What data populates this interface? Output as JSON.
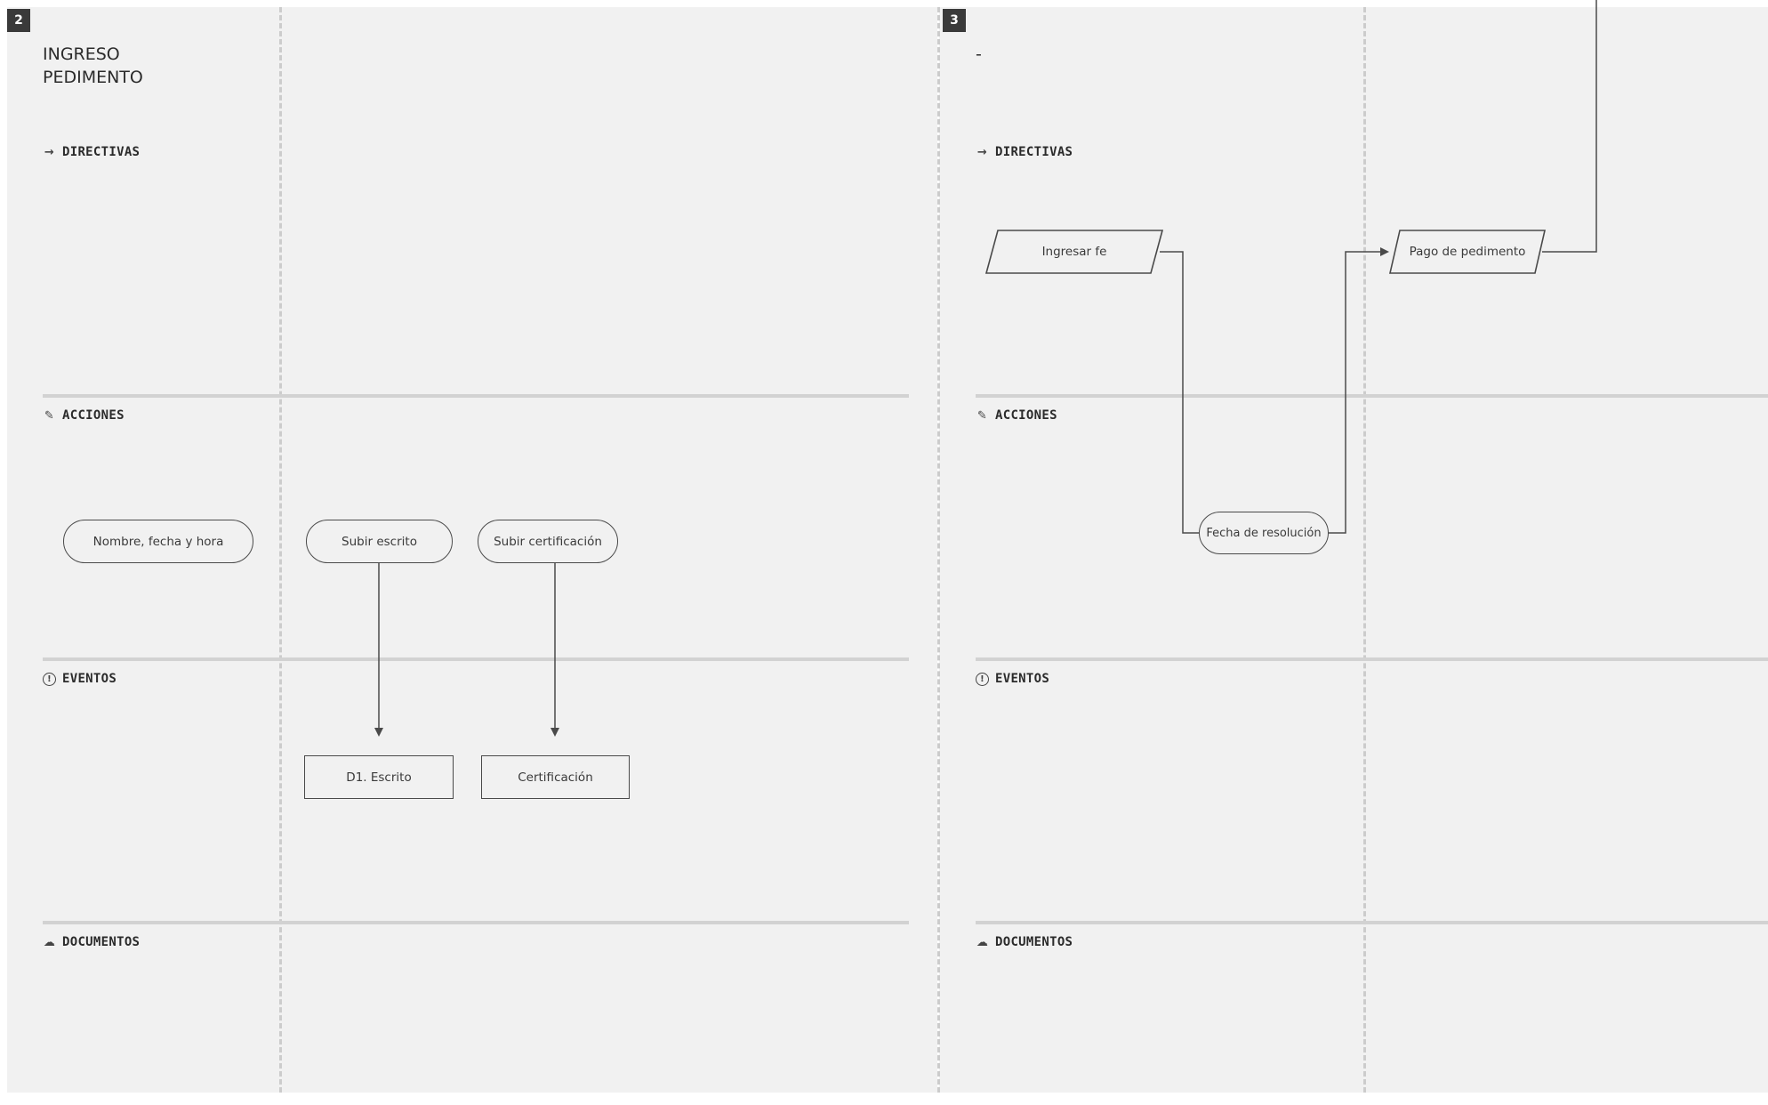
{
  "panels": [
    {
      "number": "2",
      "title": "INGRESO\nPEDIMENTO",
      "lanes": {
        "directivas": "DIRECTIVAS",
        "acciones": "ACCIONES",
        "eventos": "EVENTOS",
        "documentos": "DOCUMENTOS"
      },
      "nodes": {
        "nombre_fecha_hora": "Nombre, fecha y hora",
        "subir_escrito": "Subir escrito",
        "subir_certificacion": "Subir certificación",
        "d1_escrito": "D1. Escrito",
        "certificacion": "Certificación"
      }
    },
    {
      "number": "3",
      "title": "-",
      "lanes": {
        "directivas": "DIRECTIVAS",
        "acciones": "ACCIONES",
        "eventos": "EVENTOS",
        "documentos": "DOCUMENTOS"
      },
      "nodes": {
        "ingresar_fe": "Ingresar fe",
        "pago_pedimento": "Pago de pedimento",
        "fecha_resolucion": "Fecha de resolución"
      }
    }
  ],
  "icons": {
    "directivas": "arrow-right-icon",
    "acciones": "pencil-icon",
    "eventos": "alert-circle-icon",
    "documentos": "cloud-upload-icon"
  },
  "colors": {
    "canvas": "#f1f1f1",
    "line": "#4a4a4a",
    "divider": "#d2d2d2",
    "badge": "#3a3a3a"
  }
}
